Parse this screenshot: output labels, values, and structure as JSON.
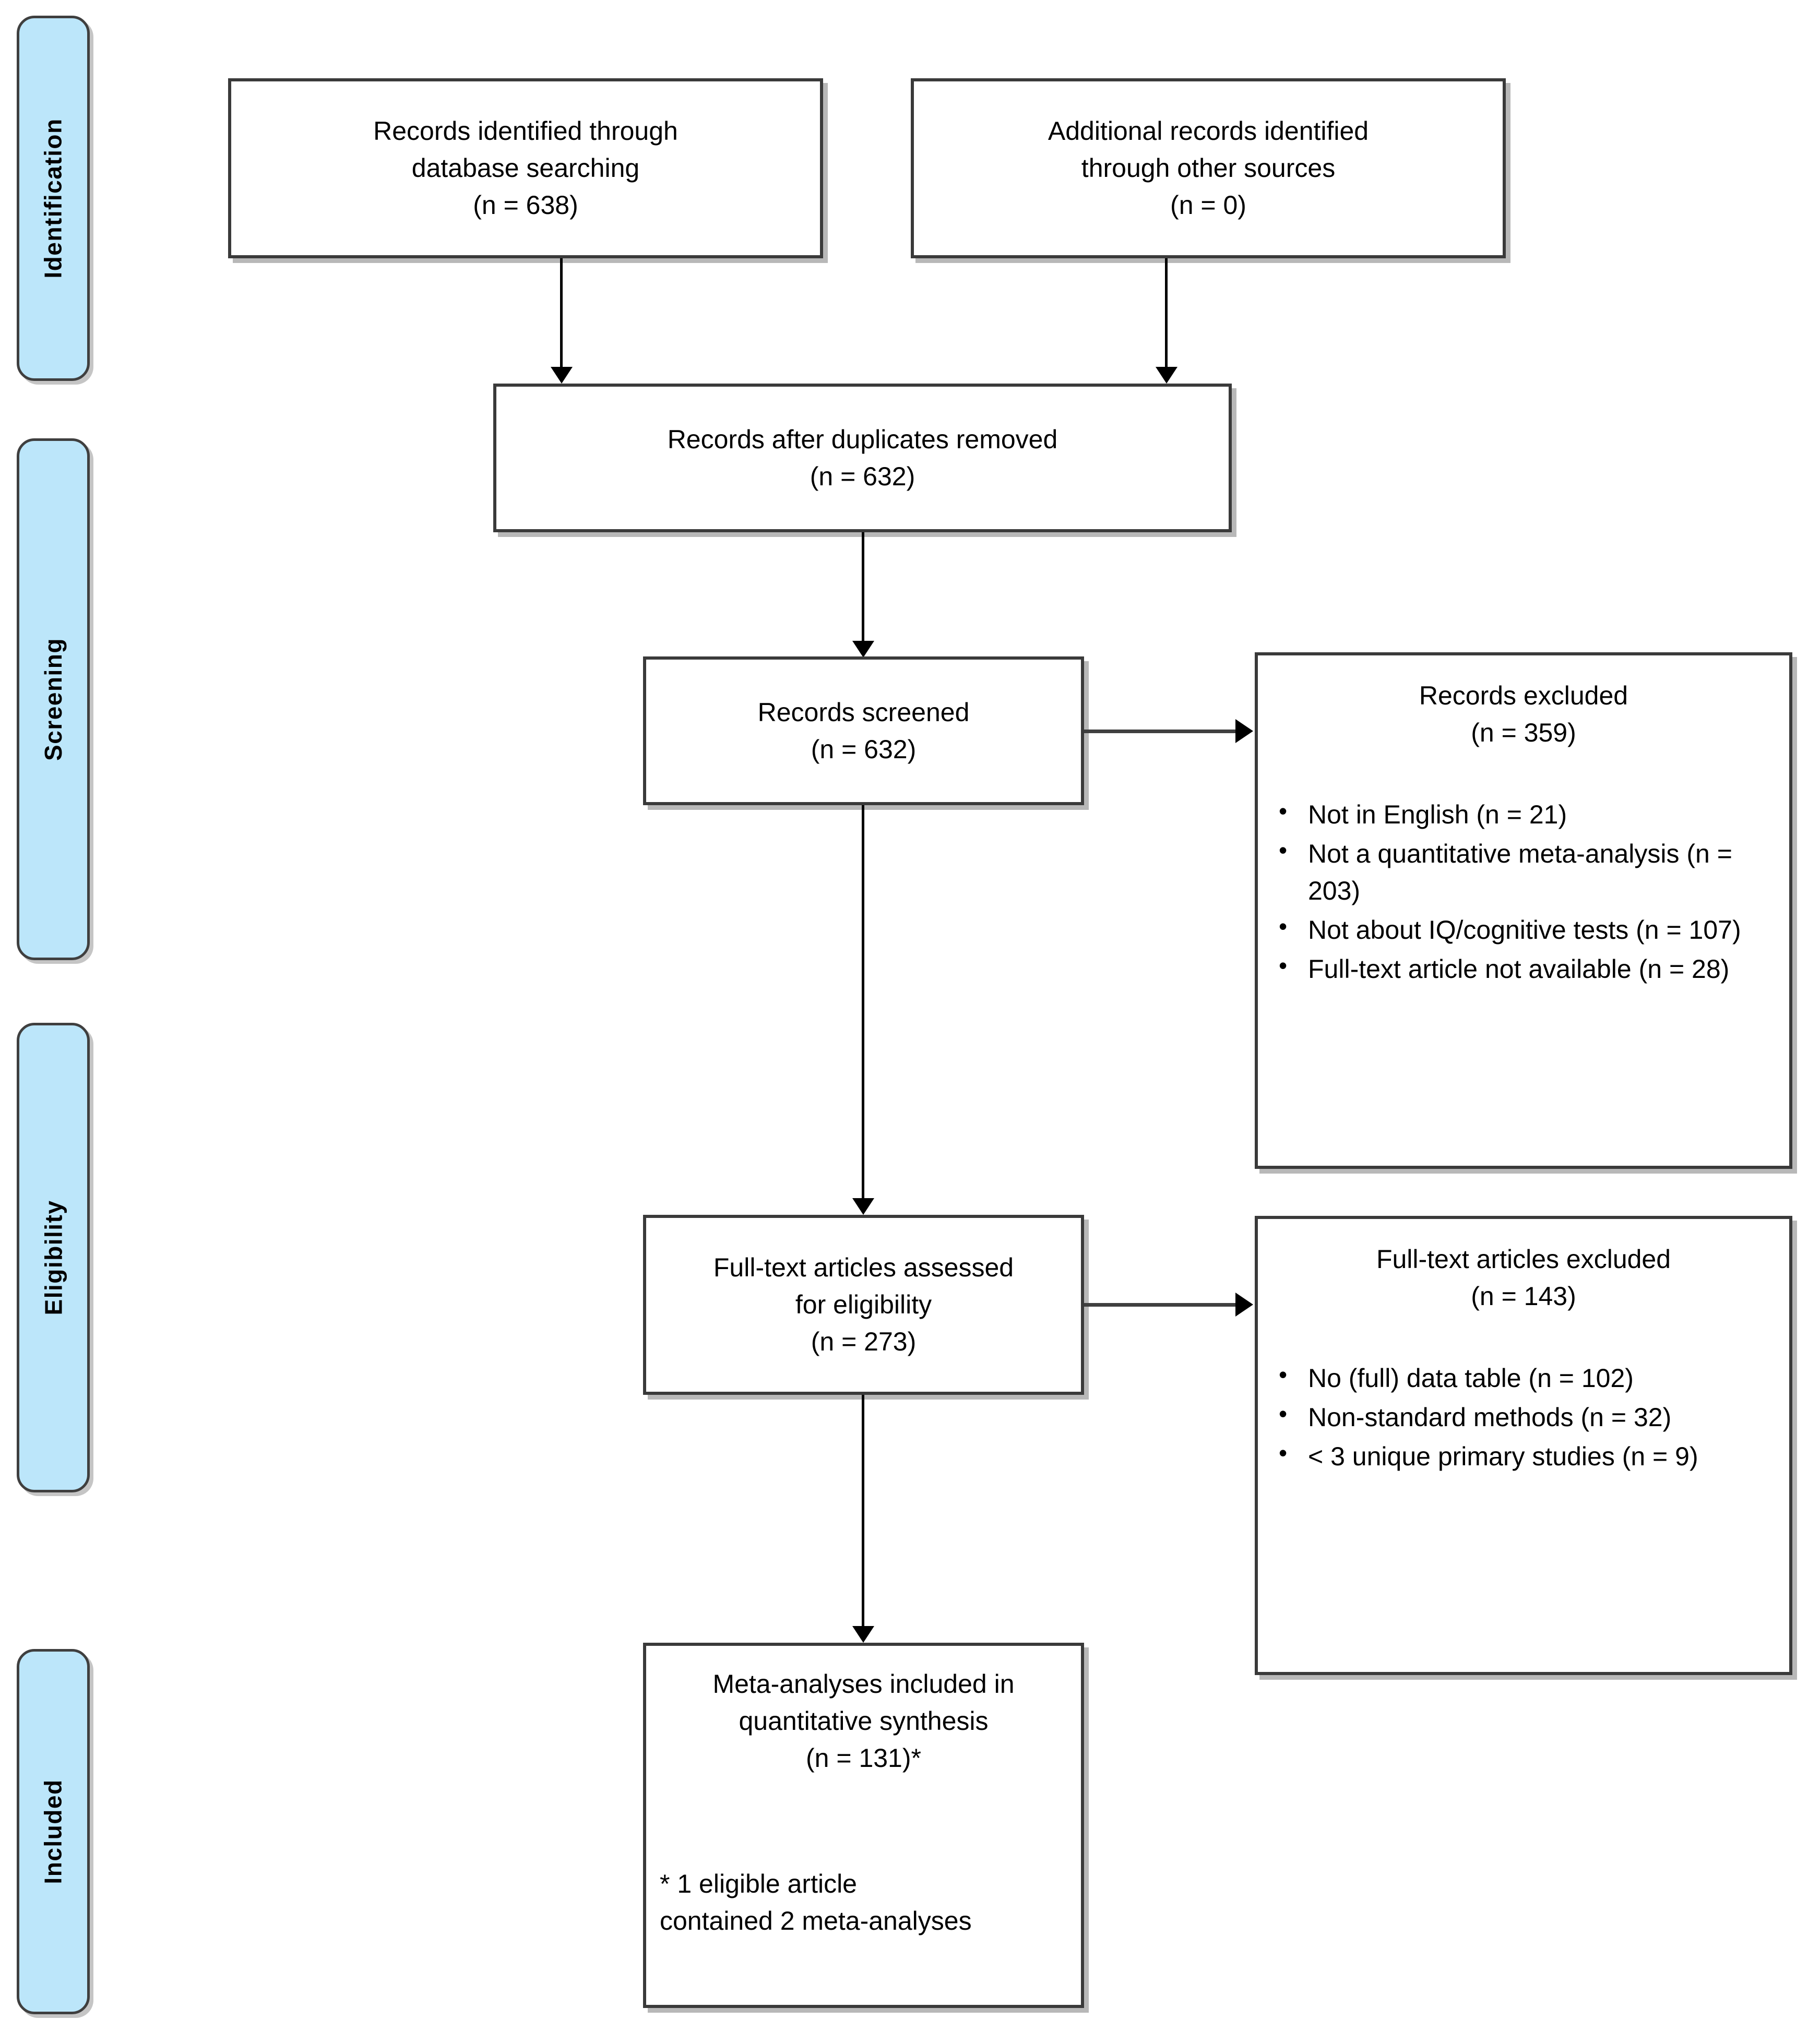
{
  "diagram": {
    "type": "prisma-flow-diagram",
    "accent_color": "#bce6fa",
    "border_color": "#3a3a3a",
    "text_color": "#000000",
    "stages": [
      {
        "id": "identification",
        "label": "Identification"
      },
      {
        "id": "screening",
        "label": "Screening"
      },
      {
        "id": "eligibility",
        "label": "Eligibility"
      },
      {
        "id": "included",
        "label": "Included"
      }
    ],
    "boxes": {
      "database_search": {
        "lines": [
          "Records identified through",
          "database searching",
          "(n = 638)"
        ]
      },
      "other_sources": {
        "lines": [
          "Additional records identified",
          "through other sources",
          "(n = 0)"
        ]
      },
      "duplicates_removed": {
        "lines": [
          "Records after duplicates removed",
          "(n = 632)"
        ]
      },
      "records_screened": {
        "lines": [
          "Records screened",
          "(n = 632)"
        ]
      },
      "records_excluded": {
        "lines": [
          "Records excluded",
          "(n = 359)"
        ],
        "bullets": [
          "Not in English (n = 21)",
          "Not a quantitative meta-analysis (n = 203)",
          "Not about IQ/cognitive tests (n = 107)",
          "Full-text article not available (n = 28)"
        ]
      },
      "fulltext_assessed": {
        "lines": [
          "Full-text articles assessed",
          "for eligibility",
          "(n = 273)"
        ]
      },
      "fulltext_excluded": {
        "lines": [
          "Full-text articles excluded",
          "(n = 143)"
        ],
        "bullets": [
          "No (full) data table (n = 102)",
          "Non-standard methods (n = 32)",
          "< 3 unique primary studies (n = 9)"
        ]
      },
      "included_synthesis": {
        "lines": [
          "Meta-analyses included in",
          "quantitative synthesis",
          "(n = 131)*"
        ],
        "footnote": [
          "* 1 eligible article",
          "contained 2 meta-analyses"
        ]
      }
    }
  }
}
